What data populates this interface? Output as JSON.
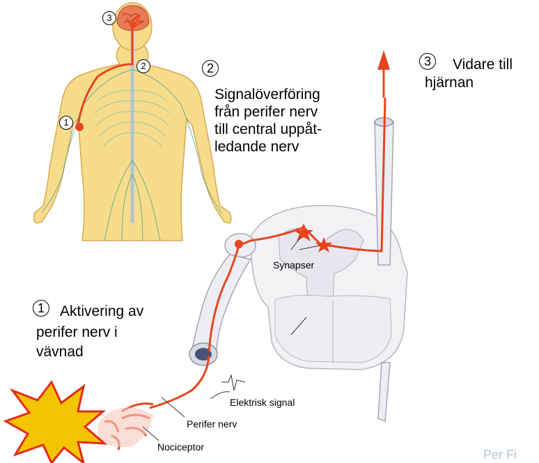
{
  "labels": {
    "step1_number": "1",
    "step1_text": [
      "Aktivering av",
      "perifer nerv i",
      "vävnad"
    ],
    "step2_number": "2",
    "step2_text": [
      "Signalöverföring",
      "från perifer nerv",
      "till central uppåt-",
      "ledande nerv"
    ],
    "step3_number": "3",
    "step3_text": [
      "Vidare till",
      "hjärnan"
    ],
    "synapser": "Synapser",
    "elektrisk_signal": "Elektrisk signal",
    "perifer_nerv": "Perifer nerv",
    "nociceptor": "Nociceptor",
    "body_marker_1": "1",
    "body_marker_2": "2",
    "body_marker_3": "3",
    "credit": "Per Fi"
  },
  "colors": {
    "nerve": "#e8441e",
    "skin": "#f7dc8c",
    "spinal_cord": "#f2f2f5",
    "starburst_outer": "#f5c400",
    "starburst_inner": "#e52a1a",
    "arrow": "#e8441e"
  }
}
